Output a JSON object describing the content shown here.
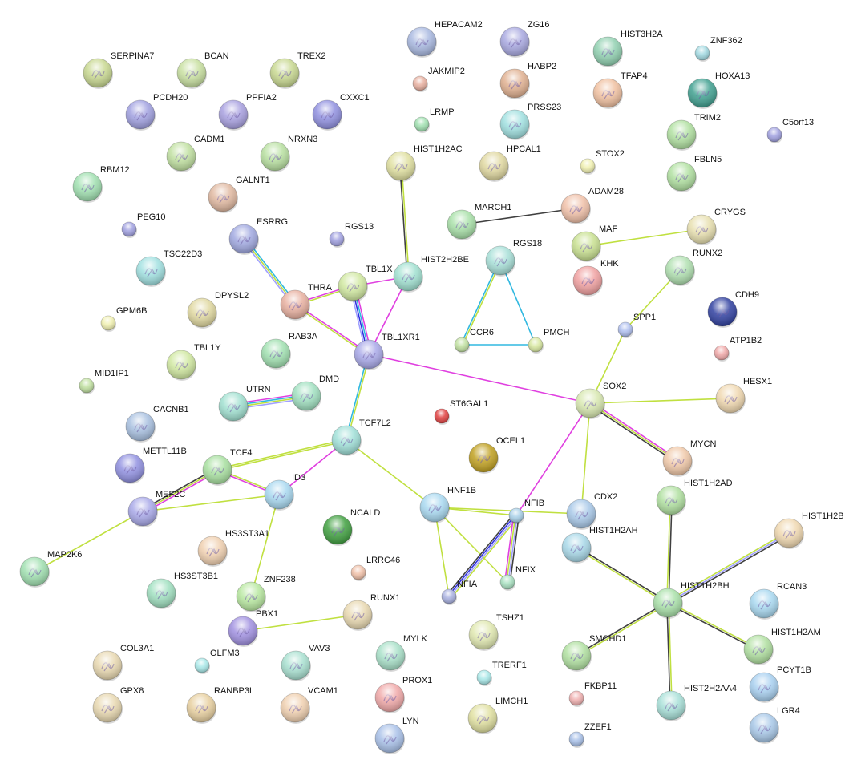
{
  "network": {
    "nodes": [
      {
        "label": "SERPINA7",
        "color": "#c8d890"
      },
      {
        "label": "BCAN",
        "color": "#c8e0a0"
      },
      {
        "label": "TREX2",
        "color": "#c8d890"
      },
      {
        "label": "HEPACAM2",
        "color": "#a8b8e0"
      },
      {
        "label": "ZG16",
        "color": "#a8a8e0"
      },
      {
        "label": "HIST3H2A",
        "color": "#90d0b0"
      },
      {
        "label": "ZNF362",
        "color": "#a0d8e0"
      },
      {
        "label": "JAKMIP2",
        "color": "#e8b0a0"
      },
      {
        "label": "HABP2",
        "color": "#e0b090"
      },
      {
        "label": "TFAP4",
        "color": "#f0c0a0"
      },
      {
        "label": "HOXA13",
        "color": "#40a090"
      },
      {
        "label": "PCDH20",
        "color": "#a0a0e0"
      },
      {
        "label": "PPFIA2",
        "color": "#a8a0e0"
      },
      {
        "label": "CXXC1",
        "color": "#9090e0"
      },
      {
        "label": "LRMP",
        "color": "#a0e0b0"
      },
      {
        "label": "PRSS23",
        "color": "#a0e0e0"
      },
      {
        "label": "TRIM2",
        "color": "#b0e0a0"
      },
      {
        "label": "C5orf13",
        "color": "#a0a0e0"
      },
      {
        "label": "CADM1",
        "color": "#c0e0a0"
      },
      {
        "label": "NRXN3",
        "color": "#b8e0a0"
      },
      {
        "label": "HIST1H2AC",
        "color": "#e0e0a0"
      },
      {
        "label": "HPCAL1",
        "color": "#e0d8a0"
      },
      {
        "label": "STOX2",
        "color": "#f0f0b0"
      },
      {
        "label": "FBLN5",
        "color": "#b0e0a0"
      },
      {
        "label": "RBM12",
        "color": "#a0e0b0"
      },
      {
        "label": "GALNT1",
        "color": "#e0b8a0"
      },
      {
        "label": "MARCH1",
        "color": "#a8e0a8"
      },
      {
        "label": "ADAM28",
        "color": "#f0c0a8"
      },
      {
        "label": "PEG10",
        "color": "#a0a0e0"
      },
      {
        "label": "RGS13",
        "color": "#a0a0e0"
      },
      {
        "label": "ESRRG",
        "color": "#a0a8e0"
      },
      {
        "label": "MAF",
        "color": "#c8e090"
      },
      {
        "label": "CRYGS",
        "color": "#e8e0b0"
      },
      {
        "label": "TSC22D3",
        "color": "#a0e0e0"
      },
      {
        "label": "RGS18",
        "color": "#a8e0d8"
      },
      {
        "label": "KHK",
        "color": "#f0a0a0"
      },
      {
        "label": "RUNX2",
        "color": "#b0e0b0"
      },
      {
        "label": "TBL1X",
        "color": "#d0e8a0"
      },
      {
        "label": "HIST2H2BE",
        "color": "#a0e0d0"
      },
      {
        "label": "THRA",
        "color": "#e8b0a0"
      },
      {
        "label": "CDH9",
        "color": "#3040a0"
      },
      {
        "label": "GPM6B",
        "color": "#f0f0b0"
      },
      {
        "label": "DPYSL2",
        "color": "#e0d8a0"
      },
      {
        "label": "SPP1",
        "color": "#b0c0f0"
      },
      {
        "label": "TBL1XR1",
        "color": "#a8a8e8"
      },
      {
        "label": "RAB3A",
        "color": "#a0e0b0"
      },
      {
        "label": "CCR6",
        "color": "#c0e0a0"
      },
      {
        "label": "PMCH",
        "color": "#d8e8a0"
      },
      {
        "label": "ATP1B2",
        "color": "#f0a8a8"
      },
      {
        "label": "TBL1Y",
        "color": "#d0e8a0"
      },
      {
        "label": "MID1IP1",
        "color": "#c0e0a0"
      },
      {
        "label": "DMD",
        "color": "#a0e0c0"
      },
      {
        "label": "UTRN",
        "color": "#a0e0d0"
      },
      {
        "label": "SOX2",
        "color": "#d8e8b0"
      },
      {
        "label": "HESX1",
        "color": "#f0d8b0"
      },
      {
        "label": "CACNB1",
        "color": "#a8c0e0"
      },
      {
        "label": "ST6GAL1",
        "color": "#e04040"
      },
      {
        "label": "TCF7L2",
        "color": "#a0e0d8"
      },
      {
        "label": "OCEL1",
        "color": "#c0a020"
      },
      {
        "label": "METTL11B",
        "color": "#9090e0"
      },
      {
        "label": "TCF4",
        "color": "#a8e0a0"
      },
      {
        "label": "MYCN",
        "color": "#f0c8a8"
      },
      {
        "label": "ID3",
        "color": "#a8d8f0"
      },
      {
        "label": "HNF1B",
        "color": "#a8d8f0"
      },
      {
        "label": "NFIB",
        "color": "#a8d0e8"
      },
      {
        "label": "CDX2",
        "color": "#a8c8e8"
      },
      {
        "label": "HIST1H2AD",
        "color": "#b0e0a0"
      },
      {
        "label": "MEF2C",
        "color": "#a8a8e8"
      },
      {
        "label": "NCALD",
        "color": "#40a040"
      },
      {
        "label": "HIST1H2AH",
        "color": "#a8d8e8"
      },
      {
        "label": "HIST1H2B",
        "color": "#f0d8b0"
      },
      {
        "label": "HS3ST3A1",
        "color": "#f0d0b0"
      },
      {
        "label": "MAP2K6",
        "color": "#a0e0b0"
      },
      {
        "label": "LRRC46",
        "color": "#f0c0a8"
      },
      {
        "label": "NFIX",
        "color": "#a8e0c0"
      },
      {
        "label": "NFIA",
        "color": "#a8b0e0"
      },
      {
        "label": "HS3ST3B1",
        "color": "#a0e0c0"
      },
      {
        "label": "HIST1H2BH",
        "color": "#a8e0a8"
      },
      {
        "label": "RCAN3",
        "color": "#a8d8f0"
      },
      {
        "label": "ZNF238",
        "color": "#b8e8a0"
      },
      {
        "label": "RUNX1",
        "color": "#e8d8b0"
      },
      {
        "label": "PBX1",
        "color": "#a090e0"
      },
      {
        "label": "TSHZ1",
        "color": "#e0e8b0"
      },
      {
        "label": "HIST1H2AM",
        "color": "#b0e0a0"
      },
      {
        "label": "MYLK",
        "color": "#a8e0c8"
      },
      {
        "label": "COL3A1",
        "color": "#e8d8b0"
      },
      {
        "label": "OLFM3",
        "color": "#a8e8e8"
      },
      {
        "label": "VAV3",
        "color": "#a8e0d0"
      },
      {
        "label": "SMCHD1",
        "color": "#b0e0a0"
      },
      {
        "label": "TRERF1",
        "color": "#a8e8e8"
      },
      {
        "label": "PCYT1B",
        "color": "#a8d0f0"
      },
      {
        "label": "PROX1",
        "color": "#f0a8a8"
      },
      {
        "label": "FKBP11",
        "color": "#f0b0b0"
      },
      {
        "label": "HIST2H2AA4",
        "color": "#a8e0d8"
      },
      {
        "label": "GPX8",
        "color": "#e8d8b0"
      },
      {
        "label": "RANBP3L",
        "color": "#e8d0a0"
      },
      {
        "label": "VCAM1",
        "color": "#f0d0b0"
      },
      {
        "label": "LIMCH1",
        "color": "#e0e0a0"
      },
      {
        "label": "LGR4",
        "color": "#a8c8e8"
      },
      {
        "label": "LYN",
        "color": "#a8c0e8"
      },
      {
        "label": "ZZEF1",
        "color": "#a8c0e8"
      }
    ],
    "evidence_colors": {
      "yg": "#c0e040",
      "dark": "#404040",
      "magenta": "#e040e0",
      "cyan": "#30b8e0",
      "blue": "#3030e0",
      "lav": "#a0a0ff"
    },
    "edges": [
      {
        "a": "HIST1H2AC",
        "b": "HIST2H2BE",
        "ev": [
          "yg",
          "dark"
        ]
      },
      {
        "a": "MARCH1",
        "b": "ADAM28",
        "ev": [
          "dark"
        ]
      },
      {
        "a": "MAF",
        "b": "CRYGS",
        "ev": [
          "yg"
        ]
      },
      {
        "a": "RGS18",
        "b": "CCR6",
        "ev": [
          "yg",
          "cyan"
        ]
      },
      {
        "a": "RGS18",
        "b": "PMCH",
        "ev": [
          "cyan"
        ]
      },
      {
        "a": "CCR6",
        "b": "PMCH",
        "ev": [
          "cyan"
        ]
      },
      {
        "a": "ESRRG",
        "b": "THRA",
        "ev": [
          "cyan",
          "yg",
          "lav"
        ]
      },
      {
        "a": "THRA",
        "b": "TBL1X",
        "ev": [
          "magenta",
          "yg"
        ]
      },
      {
        "a": "THRA",
        "b": "TBL1XR1",
        "ev": [
          "magenta",
          "yg"
        ]
      },
      {
        "a": "TBL1X",
        "b": "HIST2H2BE",
        "ev": [
          "magenta"
        ]
      },
      {
        "a": "TBL1X",
        "b": "TBL1XR1",
        "ev": [
          "magenta",
          "cyan",
          "blue",
          "lav"
        ]
      },
      {
        "a": "HIST2H2BE",
        "b": "TBL1XR1",
        "ev": [
          "magenta"
        ]
      },
      {
        "a": "TBL1XR1",
        "b": "SOX2",
        "ev": [
          "magenta"
        ]
      },
      {
        "a": "TBL1XR1",
        "b": "TCF7L2",
        "ev": [
          "yg",
          "cyan"
        ]
      },
      {
        "a": "UTRN",
        "b": "DMD",
        "ev": [
          "magenta",
          "cyan",
          "yg",
          "lav"
        ]
      },
      {
        "a": "TCF7L2",
        "b": "TCF4",
        "ev": [
          "yg",
          "yg"
        ]
      },
      {
        "a": "TCF7L2",
        "b": "ID3",
        "ev": [
          "magenta"
        ]
      },
      {
        "a": "TCF7L2",
        "b": "HNF1B",
        "ev": [
          "yg"
        ]
      },
      {
        "a": "TCF4",
        "b": "MEF2C",
        "ev": [
          "magenta",
          "yg",
          "dark"
        ]
      },
      {
        "a": "TCF4",
        "b": "ID3",
        "ev": [
          "yg",
          "magenta"
        ]
      },
      {
        "a": "MEF2C",
        "b": "ID3",
        "ev": [
          "yg"
        ]
      },
      {
        "a": "MEF2C",
        "b": "MAP2K6",
        "ev": [
          "yg"
        ]
      },
      {
        "a": "ID3",
        "b": "ZNF238",
        "ev": [
          "yg"
        ]
      },
      {
        "a": "PBX1",
        "b": "RUNX1",
        "ev": [
          "yg"
        ]
      },
      {
        "a": "RUNX2",
        "b": "SPP1",
        "ev": [
          "yg"
        ]
      },
      {
        "a": "SPP1",
        "b": "SOX2",
        "ev": [
          "yg"
        ]
      },
      {
        "a": "SOX2",
        "b": "HESX1",
        "ev": [
          "yg"
        ]
      },
      {
        "a": "SOX2",
        "b": "MYCN",
        "ev": [
          "magenta",
          "yg",
          "dark"
        ]
      },
      {
        "a": "SOX2",
        "b": "CDX2",
        "ev": [
          "yg"
        ]
      },
      {
        "a": "SOX2",
        "b": "NFIB",
        "ev": [
          "magenta"
        ]
      },
      {
        "a": "HNF1B",
        "b": "NFIB",
        "ev": [
          "yg"
        ]
      },
      {
        "a": "HNF1B",
        "b": "CDX2",
        "ev": [
          "yg"
        ]
      },
      {
        "a": "HNF1B",
        "b": "NFIA",
        "ev": [
          "yg"
        ]
      },
      {
        "a": "HNF1B",
        "b": "NFIX",
        "ev": [
          "yg"
        ]
      },
      {
        "a": "NFIB",
        "b": "NFIA",
        "ev": [
          "yg",
          "lav",
          "blue",
          "dark"
        ]
      },
      {
        "a": "NFIB",
        "b": "NFIX",
        "ev": [
          "dark",
          "lav",
          "yg",
          "magenta"
        ]
      },
      {
        "a": "HIST1H2BH",
        "b": "HIST1H2AD",
        "ev": [
          "yg",
          "dark"
        ]
      },
      {
        "a": "HIST1H2BH",
        "b": "HIST1H2AH",
        "ev": [
          "yg",
          "dark"
        ]
      },
      {
        "a": "HIST1H2BH",
        "b": "HIST1H2B",
        "ev": [
          "yg",
          "lav",
          "dark"
        ]
      },
      {
        "a": "HIST1H2BH",
        "b": "SMCHD1",
        "ev": [
          "yg",
          "dark"
        ]
      },
      {
        "a": "HIST1H2BH",
        "b": "HIST1H2AM",
        "ev": [
          "yg",
          "dark"
        ]
      },
      {
        "a": "HIST1H2BH",
        "b": "HIST2H2AA4",
        "ev": [
          "yg",
          "dark"
        ]
      }
    ]
  }
}
